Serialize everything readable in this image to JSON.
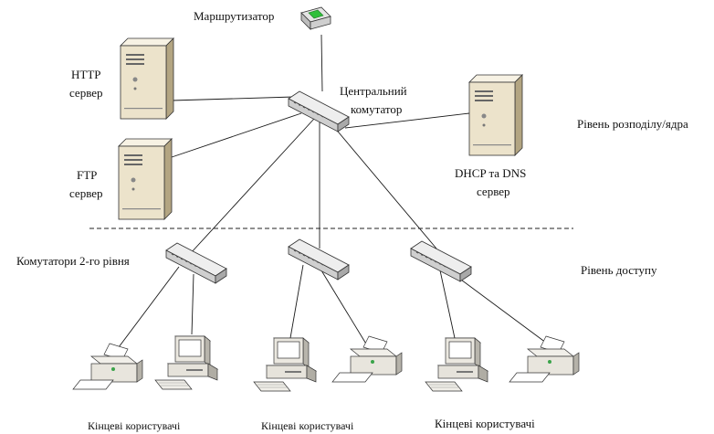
{
  "diagram": {
    "nodes": {
      "router": {
        "label": "Маршрутизатор"
      },
      "http_server": {
        "label_line1": "HTTP",
        "label_line2": "сервер"
      },
      "ftp_server": {
        "label_line1": "FTP",
        "label_line2": "сервер"
      },
      "central_switch": {
        "label_line1": "Центральний",
        "label_line2": "комутатор"
      },
      "dhcp_dns_server": {
        "label_line1": "DHCP та DNS",
        "label_line2": "сервер"
      }
    },
    "layers": {
      "core": "Рівень розподілу/ядра",
      "access": "Рівень доступу"
    },
    "access_switches_label": "Комутатори 2-го рівня",
    "end_user_groups": [
      {
        "label": "Кінцеві користувачі"
      },
      {
        "label": "Кінцеві користувачі"
      },
      {
        "label": "Кінцеві користувачі"
      }
    ],
    "colors": {
      "line": "#1a1a1a",
      "server_body": "#f1ead8",
      "server_shade": "#c9bc9a",
      "switch_body": "#dcdcdc",
      "router_led": "#2fbf3a",
      "device_body": "#ece9e2"
    }
  }
}
